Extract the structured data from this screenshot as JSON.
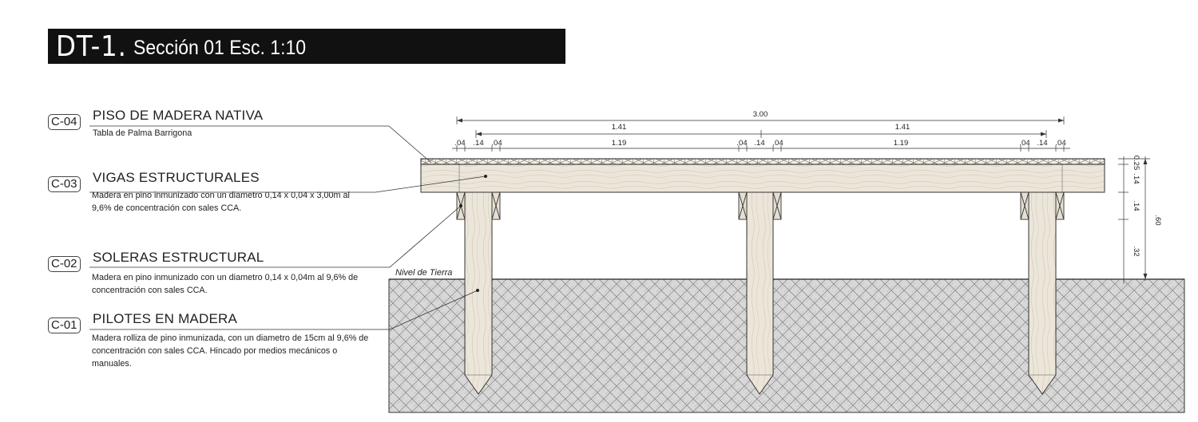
{
  "header": {
    "code": "DT-1.",
    "subtitle": "Sección 01 Esc. 1:10"
  },
  "components": [
    {
      "tag": "C-04",
      "title": "PISO DE MADERA NATIVA",
      "desc": "Tabla de Palma Barrigona"
    },
    {
      "tag": "C-03",
      "title": "VIGAS ESTRUCTURALES",
      "desc": "Madera  en pino inmunizado con un diametro 0,14 x 0,04 x 3,00m al 9,6% de concentración con sales CCA."
    },
    {
      "tag": "C-02",
      "title": "SOLERAS ESTRUCTURAL",
      "desc": "Madera  en pino inmunizado con un diametro 0,14 x 0,04m al 9,6% de concentración con sales CCA."
    },
    {
      "tag": "C-01",
      "title": "PILOTES EN MADERA",
      "desc": "Madera rolliza de pino inmunizada, con un diametro de 15cm al 9,6% de concentración con sales CCA. Hincado por medios mecánicos o manuales."
    }
  ],
  "ground_label": "Nivel de Tierra",
  "dimensions": {
    "total": "3.00",
    "halves": [
      "1.41",
      "1.41"
    ],
    "segments": [
      ".04",
      ".14",
      ".04",
      "1.19",
      ".04",
      ".14",
      ".04",
      "1.19",
      ".04",
      ".14",
      ".04"
    ],
    "vertical": [
      "0.25",
      ".14",
      ".14",
      ".32"
    ],
    "overall_height": ".60"
  },
  "colors": {
    "title_bg": "#111111",
    "wood": "#ece6da",
    "ground": "#d4d4d4",
    "line": "#333333"
  }
}
